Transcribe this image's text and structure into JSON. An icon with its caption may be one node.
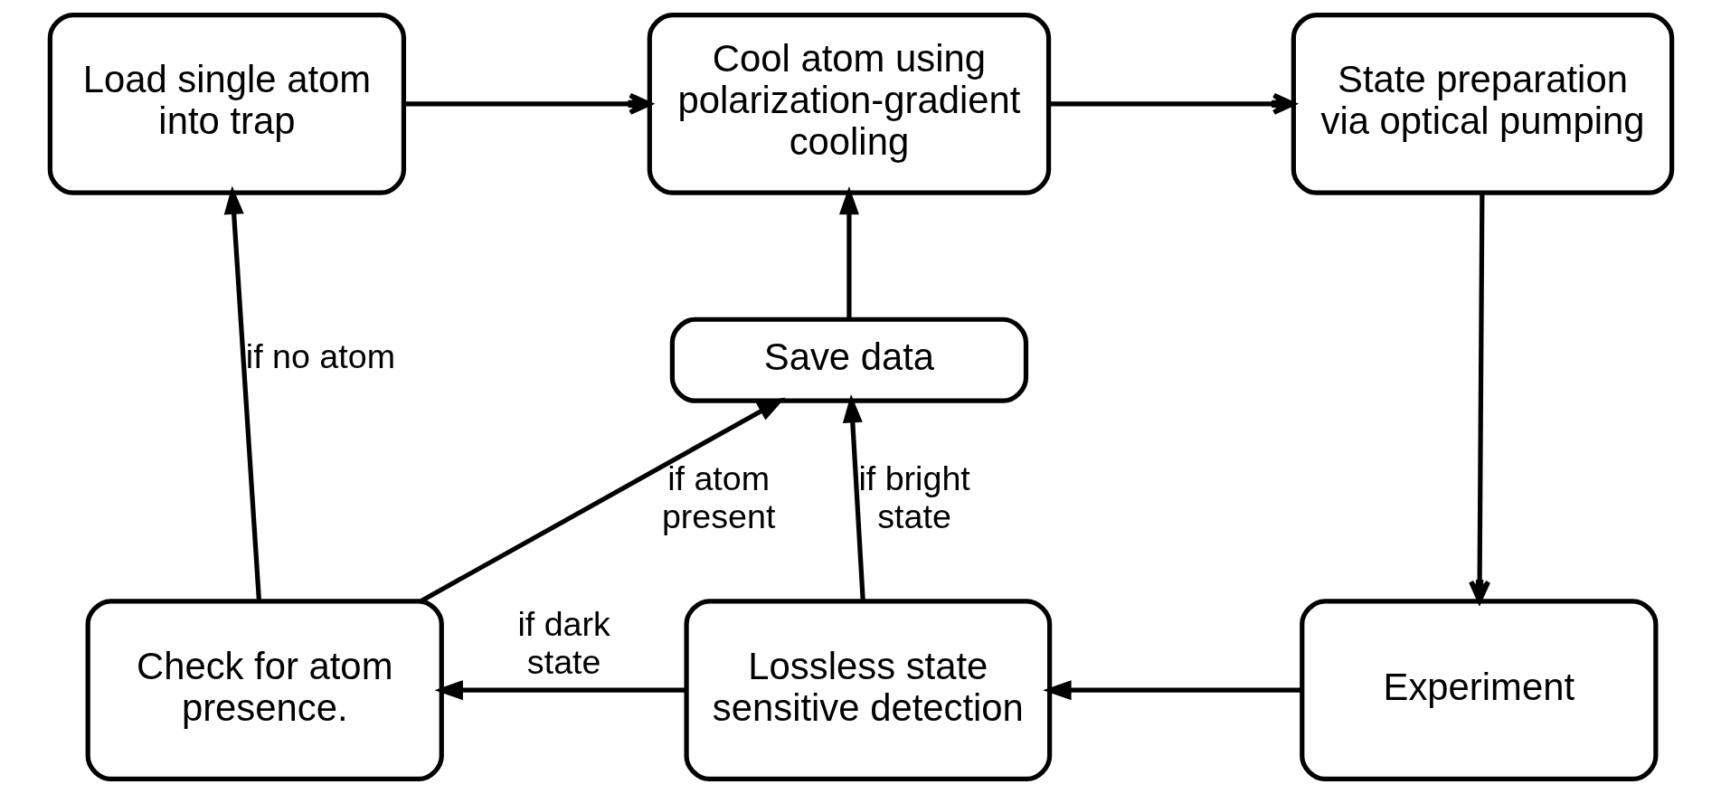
{
  "diagram": {
    "nodes": [
      {
        "text": [
          "Load single atom into trap"
        ]
      },
      {
        "text": [
          "Cool atom using polarization-gradient cooling"
        ]
      },
      {
        "text": [
          "State preparation via optical pumping"
        ]
      },
      {
        "text": [
          "Save data"
        ]
      },
      {
        "text": [
          "Check for atom presence."
        ]
      },
      {
        "text": [
          "Lossless state sensitive detection"
        ]
      },
      {
        "text": [
          "Experiment"
        ]
      }
    ],
    "edges": [
      {
        "from": 0,
        "to": 1,
        "arrow": "to"
      },
      {
        "from": 1,
        "to": 2,
        "arrow": "to"
      },
      {
        "from": 2,
        "to": 6,
        "arrow": "to"
      },
      {
        "from": 6,
        "to": 5,
        "arrow": "to"
      },
      {
        "from": 5,
        "to": 4,
        "arrow": "to",
        "label": "if dark state"
      },
      {
        "from": 5,
        "to": 3,
        "arrow": "to",
        "label": "if bright state"
      },
      {
        "from": 4,
        "to": 3,
        "arrow": "to",
        "label": "if atom present"
      },
      {
        "from": 4,
        "to": 0,
        "arrow": "to",
        "label": "if no atom"
      },
      {
        "from": 3,
        "to": 1,
        "arrow": "to"
      }
    ]
  }
}
